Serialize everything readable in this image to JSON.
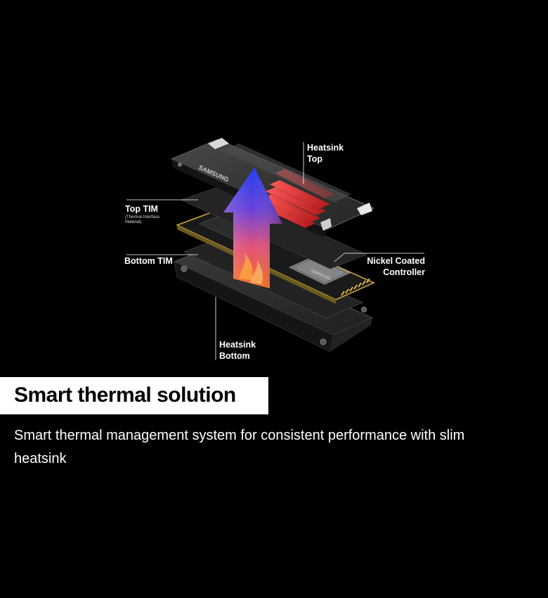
{
  "diagram": {
    "brand_mark": "SAMSUNG",
    "controller_mark": "SAMSUNG",
    "labels": {
      "heatsink_top_line1": "Heatsink",
      "heatsink_top_line2": "Top",
      "top_tim": "Top TIM",
      "top_tim_sub_line1": "(Thermal Interface",
      "top_tim_sub_line2": "Material)",
      "bottom_tim": "Bottom TIM",
      "nickel_coated_line1": "Nickel Coated",
      "nickel_coated_line2": "Controller",
      "heatsink_bottom_line1": "Heatsink",
      "heatsink_bottom_line2": "Bottom"
    },
    "colors": {
      "background": "#000000",
      "heatsink": "#3a3a3a",
      "heatsink_dark": "#1a1a1a",
      "tim": "#262626",
      "pcb": "#1b1b1b",
      "gold": "#c9a23a",
      "accent_red": "#e03030",
      "arrow_top": "#2a3fe0",
      "arrow_bottom": "#f06020"
    }
  },
  "feature": {
    "title": "Smart thermal solution",
    "description": "Smart thermal management system for consistent performance with slim heatsink"
  }
}
